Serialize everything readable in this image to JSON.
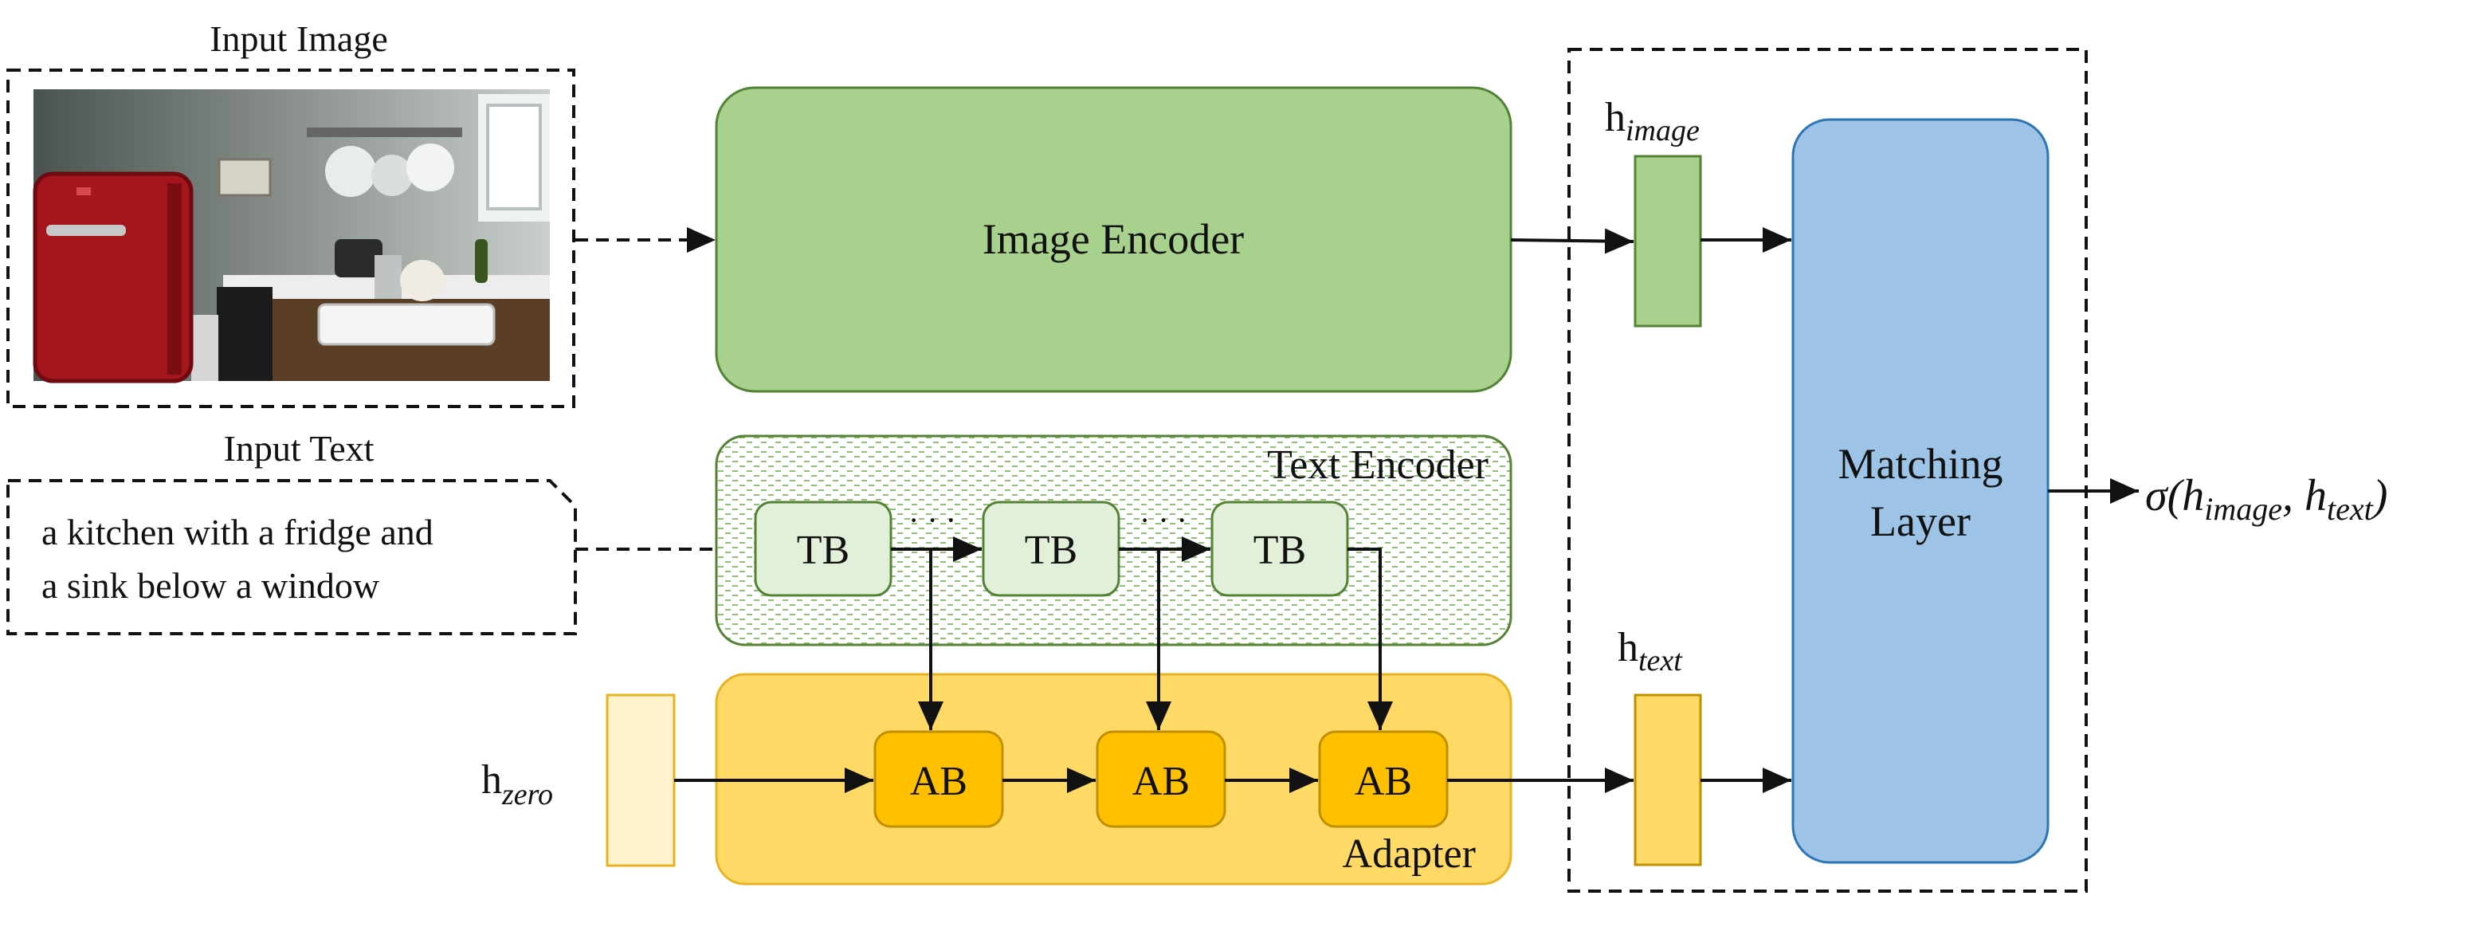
{
  "input_image": {
    "label": "Input Image",
    "photo_description_icon": "kitchen-photo"
  },
  "input_text": {
    "label": "Input Text",
    "line1": "a kitchen with a fridge and",
    "line2": "a sink below a window"
  },
  "image_encoder": {
    "label": "Image Encoder"
  },
  "text_encoder": {
    "label": "Text Encoder",
    "blocks": [
      "TB",
      "TB",
      "TB"
    ],
    "ellipsis": "· · ·"
  },
  "adapter": {
    "label": "Adapter",
    "blocks": [
      "AB",
      "AB",
      "AB"
    ]
  },
  "h_zero": {
    "base": "h",
    "sub": "zero"
  },
  "h_image": {
    "base": "h",
    "sub": "image"
  },
  "h_text": {
    "base": "h",
    "sub": "text"
  },
  "matching_layer": {
    "line1": "Matching",
    "line2": "Layer"
  },
  "output": {
    "prefix": "σ(",
    "a_base": "h",
    "a_sub": "image",
    "sep": ", ",
    "b_base": "h",
    "b_sub": "text",
    "suffix": ")"
  },
  "colors": {
    "green_fill": "#a9d18e",
    "green_stroke": "#548235",
    "light_green_fill": "#e2f0d9",
    "yellow_fill": "#ffd966",
    "yellow_light": "#fff2cc",
    "yellow_stroke": "#bf9000",
    "orange_fill": "#ffc000",
    "blue_fill": "#9dc3e6",
    "blue_stroke": "#2e75b6"
  }
}
